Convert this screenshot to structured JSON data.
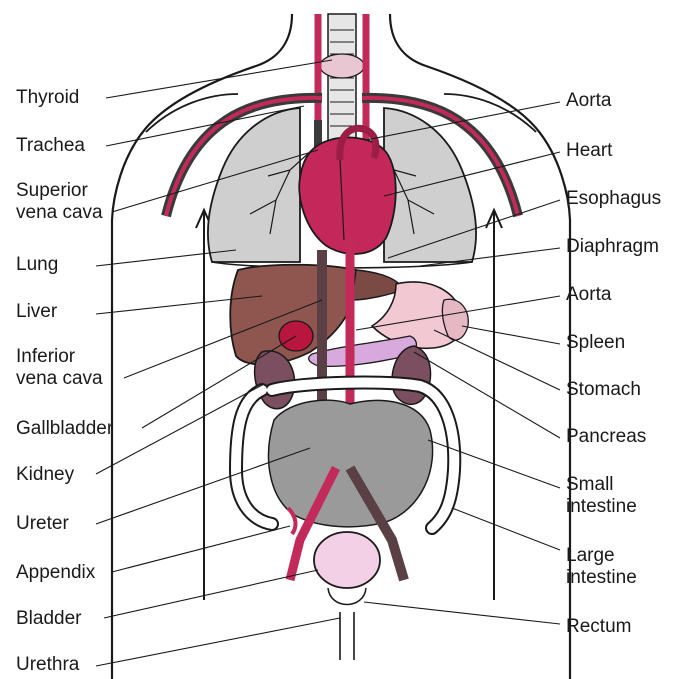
{
  "labels_left": [
    "Thyroid",
    "Trachea",
    "Superior\nvena cava",
    "Lung",
    "Liver",
    "Inferior\nvena cava",
    "Gallbladder",
    "Kidney",
    "Ureter",
    "Appendix",
    "Bladder",
    "Urethra"
  ],
  "labels_right": [
    "Aorta",
    "Heart",
    "Esophagus",
    "Diaphragm",
    "Aorta",
    "Spleen",
    "Stomach",
    "Pancreas",
    "Small\nintestine",
    "Large\nintestine",
    "Rectum"
  ],
  "colors": {
    "outline": "#1a1a1a",
    "vessel_red": "#c22a5a",
    "heart": "#c4285a",
    "lung": "#cfcfcf",
    "liver": "#8f5650",
    "stomach": "#f2c8d2",
    "pancreas": "#d7a9dc",
    "intestine": "#9a9a9a",
    "bladder": "#f3d0e6",
    "kidney": "#7b4f5f",
    "gallbladder": "#b8163f"
  }
}
